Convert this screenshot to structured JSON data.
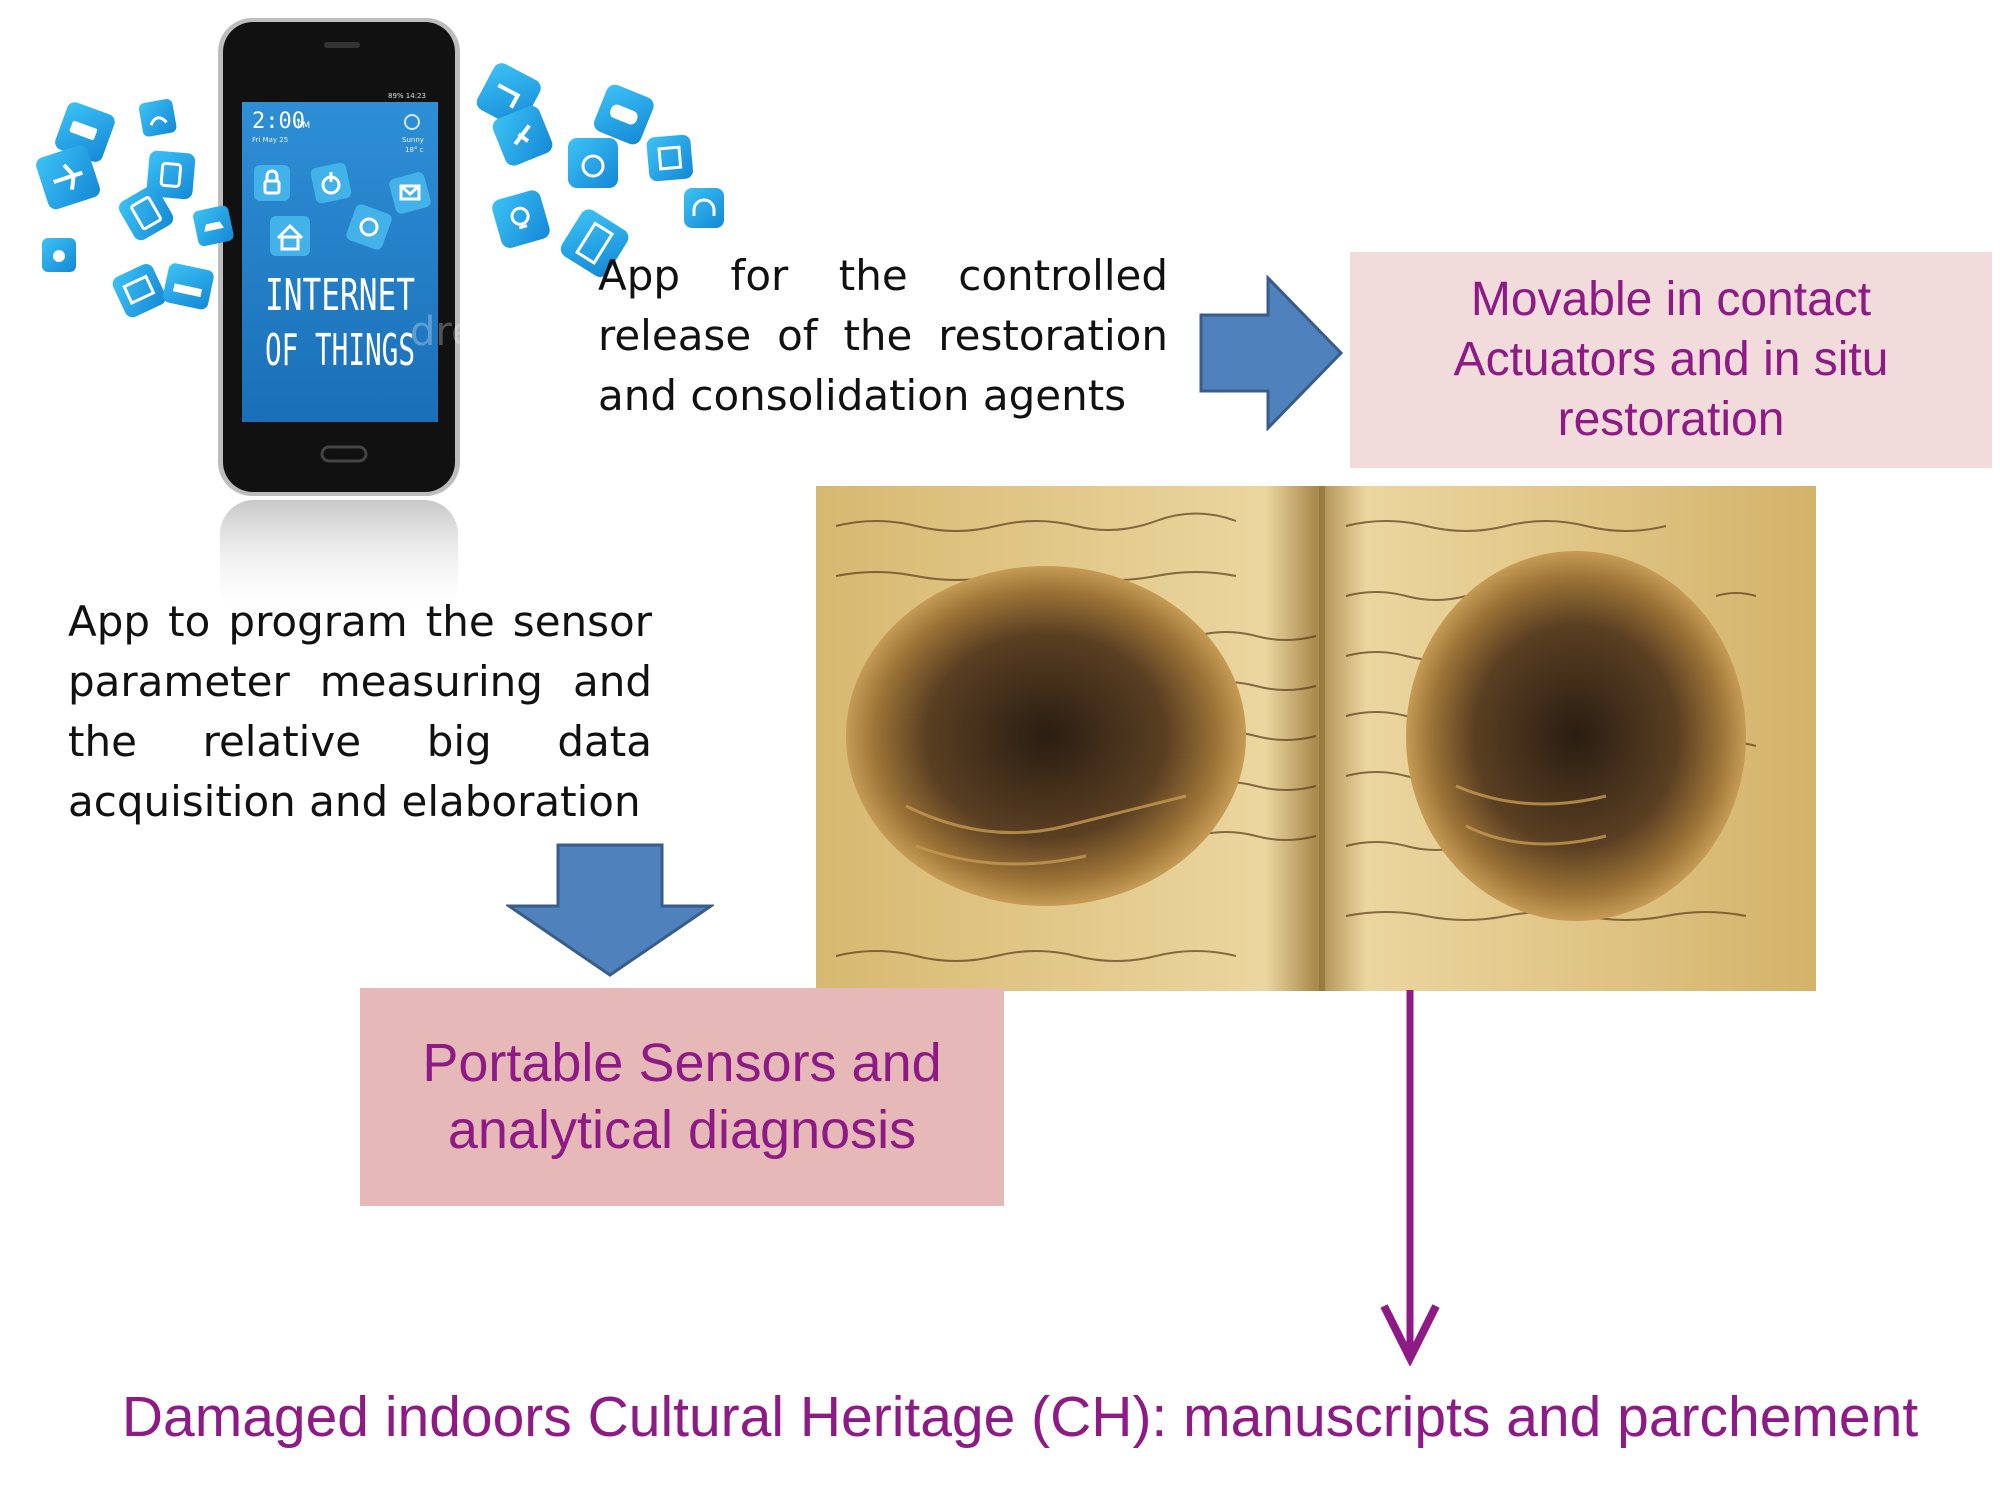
{
  "phone": {
    "time": "2:00",
    "ampm": "PM",
    "date": "Fri May 25",
    "status": "89% 14:23",
    "weather": "Sunny",
    "temperature": "18° c",
    "title_line1": "INTERNET",
    "title_line2": "OF THINGS"
  },
  "watermark": "dreamstime.",
  "text_app_release": "App for the controlled release of the restoration and consolidation agents",
  "text_app_program": "App to program the sensor parameter measuring and the relative big data acquisition and elaboration",
  "box_actuators": {
    "line1": "Movable in contact",
    "line2": "Actuators and in situ",
    "line3": "restoration"
  },
  "box_sensors": {
    "line1": "Portable Sensors and",
    "line2": "analytical diagnosis"
  },
  "caption": "Damaged indoors Cultural Heritage (CH): manuscripts and parchement",
  "colors": {
    "accent_text": "#8e1a86",
    "box_actuators_bg": "#f2dcdb",
    "box_sensors_bg": "#e6b9b8",
    "arrow_fill": "#4f81bd",
    "arrow_stroke": "#385d8a",
    "line_arrow": "#8e1a86",
    "icon_blue": "#1ea7e8"
  },
  "icons": [
    "cctv-icon",
    "wifi-icon",
    "airplane-icon",
    "smartwatch-icon",
    "tablet-icon",
    "car-icon",
    "camera-icon",
    "tv-icon",
    "router-icon",
    "faucet-icon",
    "gamepad-icon",
    "plug-icon",
    "washer-icon",
    "speaker-icon",
    "bulb-icon",
    "fridge-icon",
    "headphones-icon",
    "lock-icon",
    "power-icon",
    "mail-icon",
    "home-icon",
    "settings-icon",
    "sun-icon"
  ]
}
